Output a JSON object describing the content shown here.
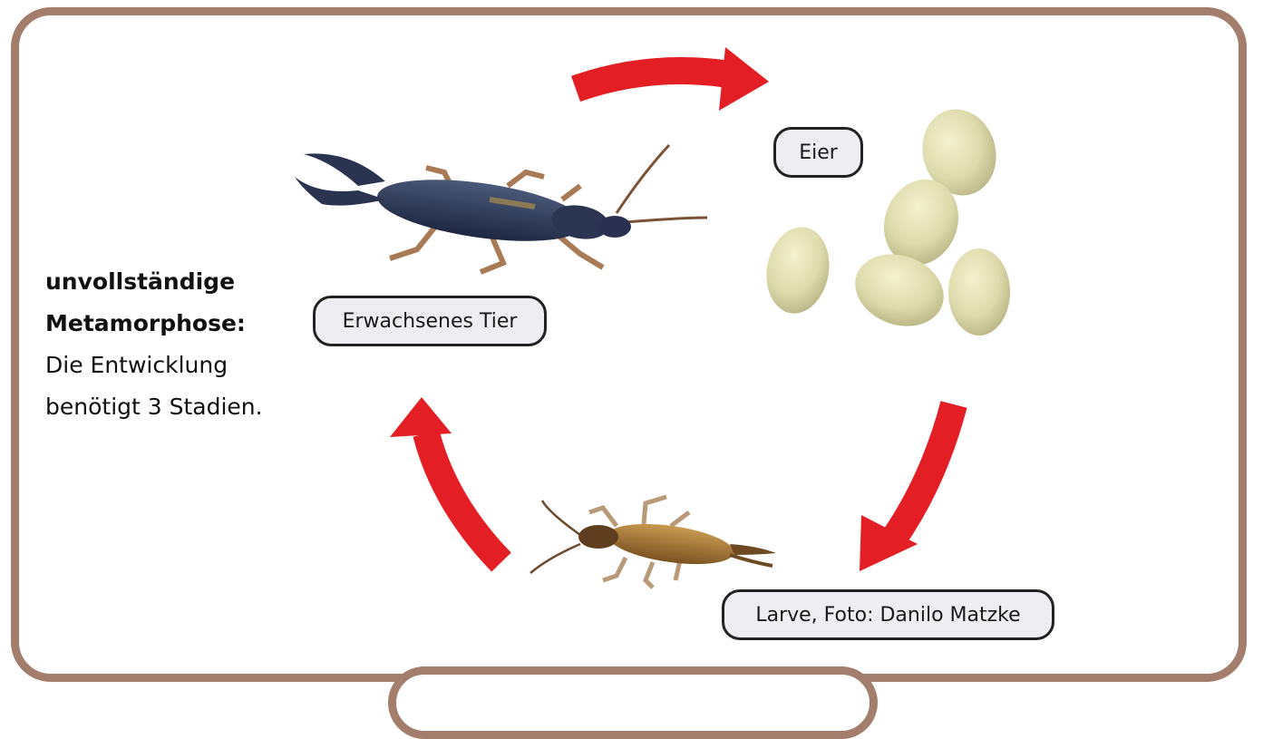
{
  "labels": {
    "eggs": "Eier",
    "adult": "Erwachsenes Tier",
    "larva": "Larve, Foto: Danilo Matzke"
  },
  "description": {
    "line1": "unvollständige",
    "line2": "Metamorphose:",
    "line3": "Die Entwicklung",
    "line4": "benötigt 3 Stadien."
  },
  "colors": {
    "frame": "#a47e6c",
    "arrow": "#e31e24",
    "pill_bg": "#eeeef2"
  },
  "icons": {
    "adult": "earwig-adult-photo",
    "eggs": "earwig-eggs-photo",
    "larva": "earwig-larva-photo",
    "arrows": "cycle-arrow-icon"
  }
}
